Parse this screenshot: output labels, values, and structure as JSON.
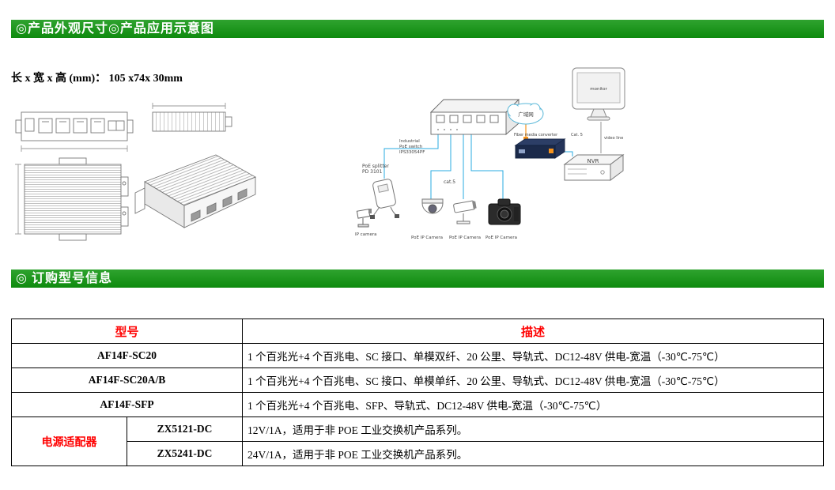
{
  "colors": {
    "banner_green": "#0E8A0E",
    "banner_green_light": "#2FA32F",
    "header_red": "#FF0000",
    "line_cyan": "#29ABE2",
    "line_orange": "#F7941D"
  },
  "sections": {
    "appearance": {
      "title": "◎产品外观尺寸◎产品应用示意图"
    },
    "ordering": {
      "title": "◎ 订购型号信息"
    }
  },
  "dimensions_line": "长 x 宽 x 高 (mm)：  105 x74x 30mm",
  "diagram": {
    "labels": {
      "switch": [
        "Industrial",
        "PoE switch",
        "IPS33054PF"
      ],
      "splitter": [
        "PoE splitter",
        "PD 3101"
      ],
      "cloud": "广域网",
      "converter": "Fiber media converter",
      "monitor": "monitor",
      "nvr": "NVR",
      "cat5_cameras": "cat.5",
      "cat5_uplink": "Cat. 5",
      "video_line": "video line",
      "ip_camera": "IP camera",
      "poe_cameras": [
        "PoE IP Camera",
        "PoE IP Camera",
        "PoE IP Camera"
      ]
    }
  },
  "table": {
    "headers": {
      "model": "型号",
      "desc": "描述"
    },
    "rows": [
      {
        "model": "AF14F-SC20",
        "desc": "1 个百兆光+4 个百兆电、SC 接口、单模双纤、20 公里、导轨式、DC12-48V 供电-宽温（-30℃-75℃）"
      },
      {
        "model": "AF14F-SC20A/B",
        "desc": "1 个百兆光+4 个百兆电、SC 接口、单模单纤、20 公里、导轨式、DC12-48V 供电-宽温（-30℃-75℃）"
      },
      {
        "model": "AF14F-SFP",
        "desc": "1 个百兆光+4 个百兆电、SFP、导轨式、DC12-48V 供电-宽温（-30℃-75℃）"
      }
    ],
    "adapter": {
      "label": "电源适配器",
      "rows": [
        {
          "model": "ZX5121-DC",
          "desc": "12V/1A，适用于非 POE 工业交换机产品系列。"
        },
        {
          "model": "ZX5241-DC",
          "desc": "24V/1A，适用于非 POE 工业交换机产品系列。"
        }
      ]
    }
  }
}
